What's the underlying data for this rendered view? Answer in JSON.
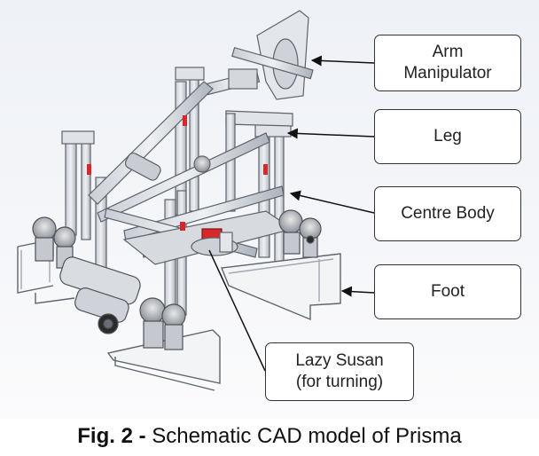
{
  "callouts": {
    "arm": {
      "line1": "Arm",
      "line2": "Manipulator"
    },
    "leg": "Leg",
    "centre_body": "Centre Body",
    "foot": "Foot",
    "lazy_susan": {
      "line1": "Lazy Susan",
      "line2": "(for turning)"
    }
  },
  "caption": {
    "prefix": "Fig. 2 -",
    "text": " Schematic CAD model of Prisma"
  },
  "colors": {
    "frame": "#d9dde3",
    "frame_edge": "#6b717a",
    "accent_red": "#d9262b",
    "motor_dark": "#2b2b2b"
  }
}
